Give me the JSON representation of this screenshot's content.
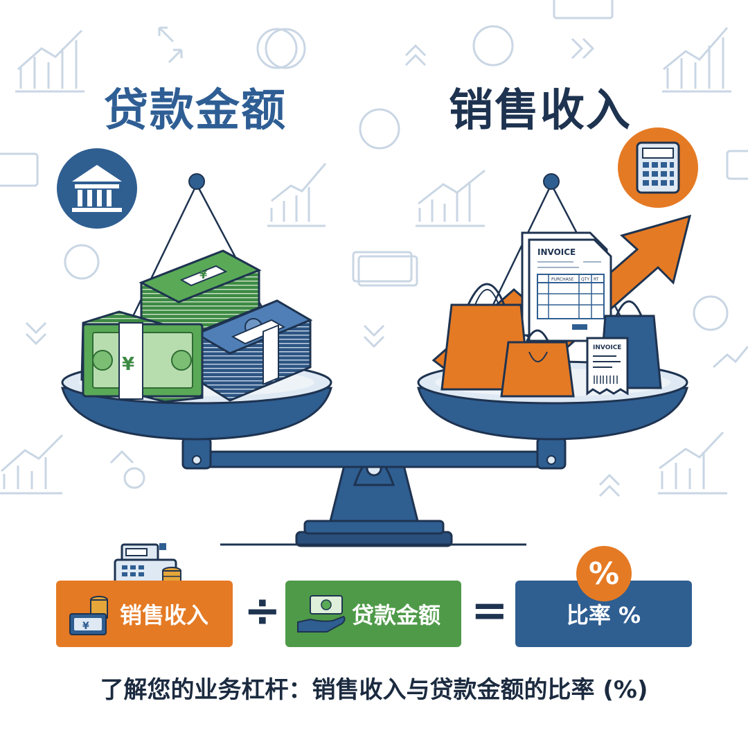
{
  "title_left": "贷款金额",
  "title_right": "销售收入",
  "left_pan_label": "",
  "invoice_big": "INVOICE",
  "invoice_small": "INVOICE",
  "invoice_cols": [
    "PURCHASE",
    "QTY",
    "RT"
  ],
  "formula": {
    "numerator": "销售收入",
    "operator_divide": "÷",
    "denominator": "贷款金额",
    "operator_equals": "=",
    "result": "比率 %"
  },
  "percent_badge": "%",
  "currency_symbol": "¥",
  "caption": "了解您的业务杠杆：销售收入与贷款金额的比率 (%)",
  "icons": [
    "bank-icon",
    "calculator-icon",
    "cash-register-icon",
    "coin-stack-icon",
    "hand-money-icon",
    "percent-icon",
    "trend-chart-icon",
    "yen-coin-icon",
    "growth-arrow-icon"
  ],
  "colors": {
    "navy": "#2f5e91",
    "dark_navy": "#1e3350",
    "orange": "#e57a24",
    "green": "#4f9a49",
    "pale_bg_icons": "#c9d6e4"
  }
}
